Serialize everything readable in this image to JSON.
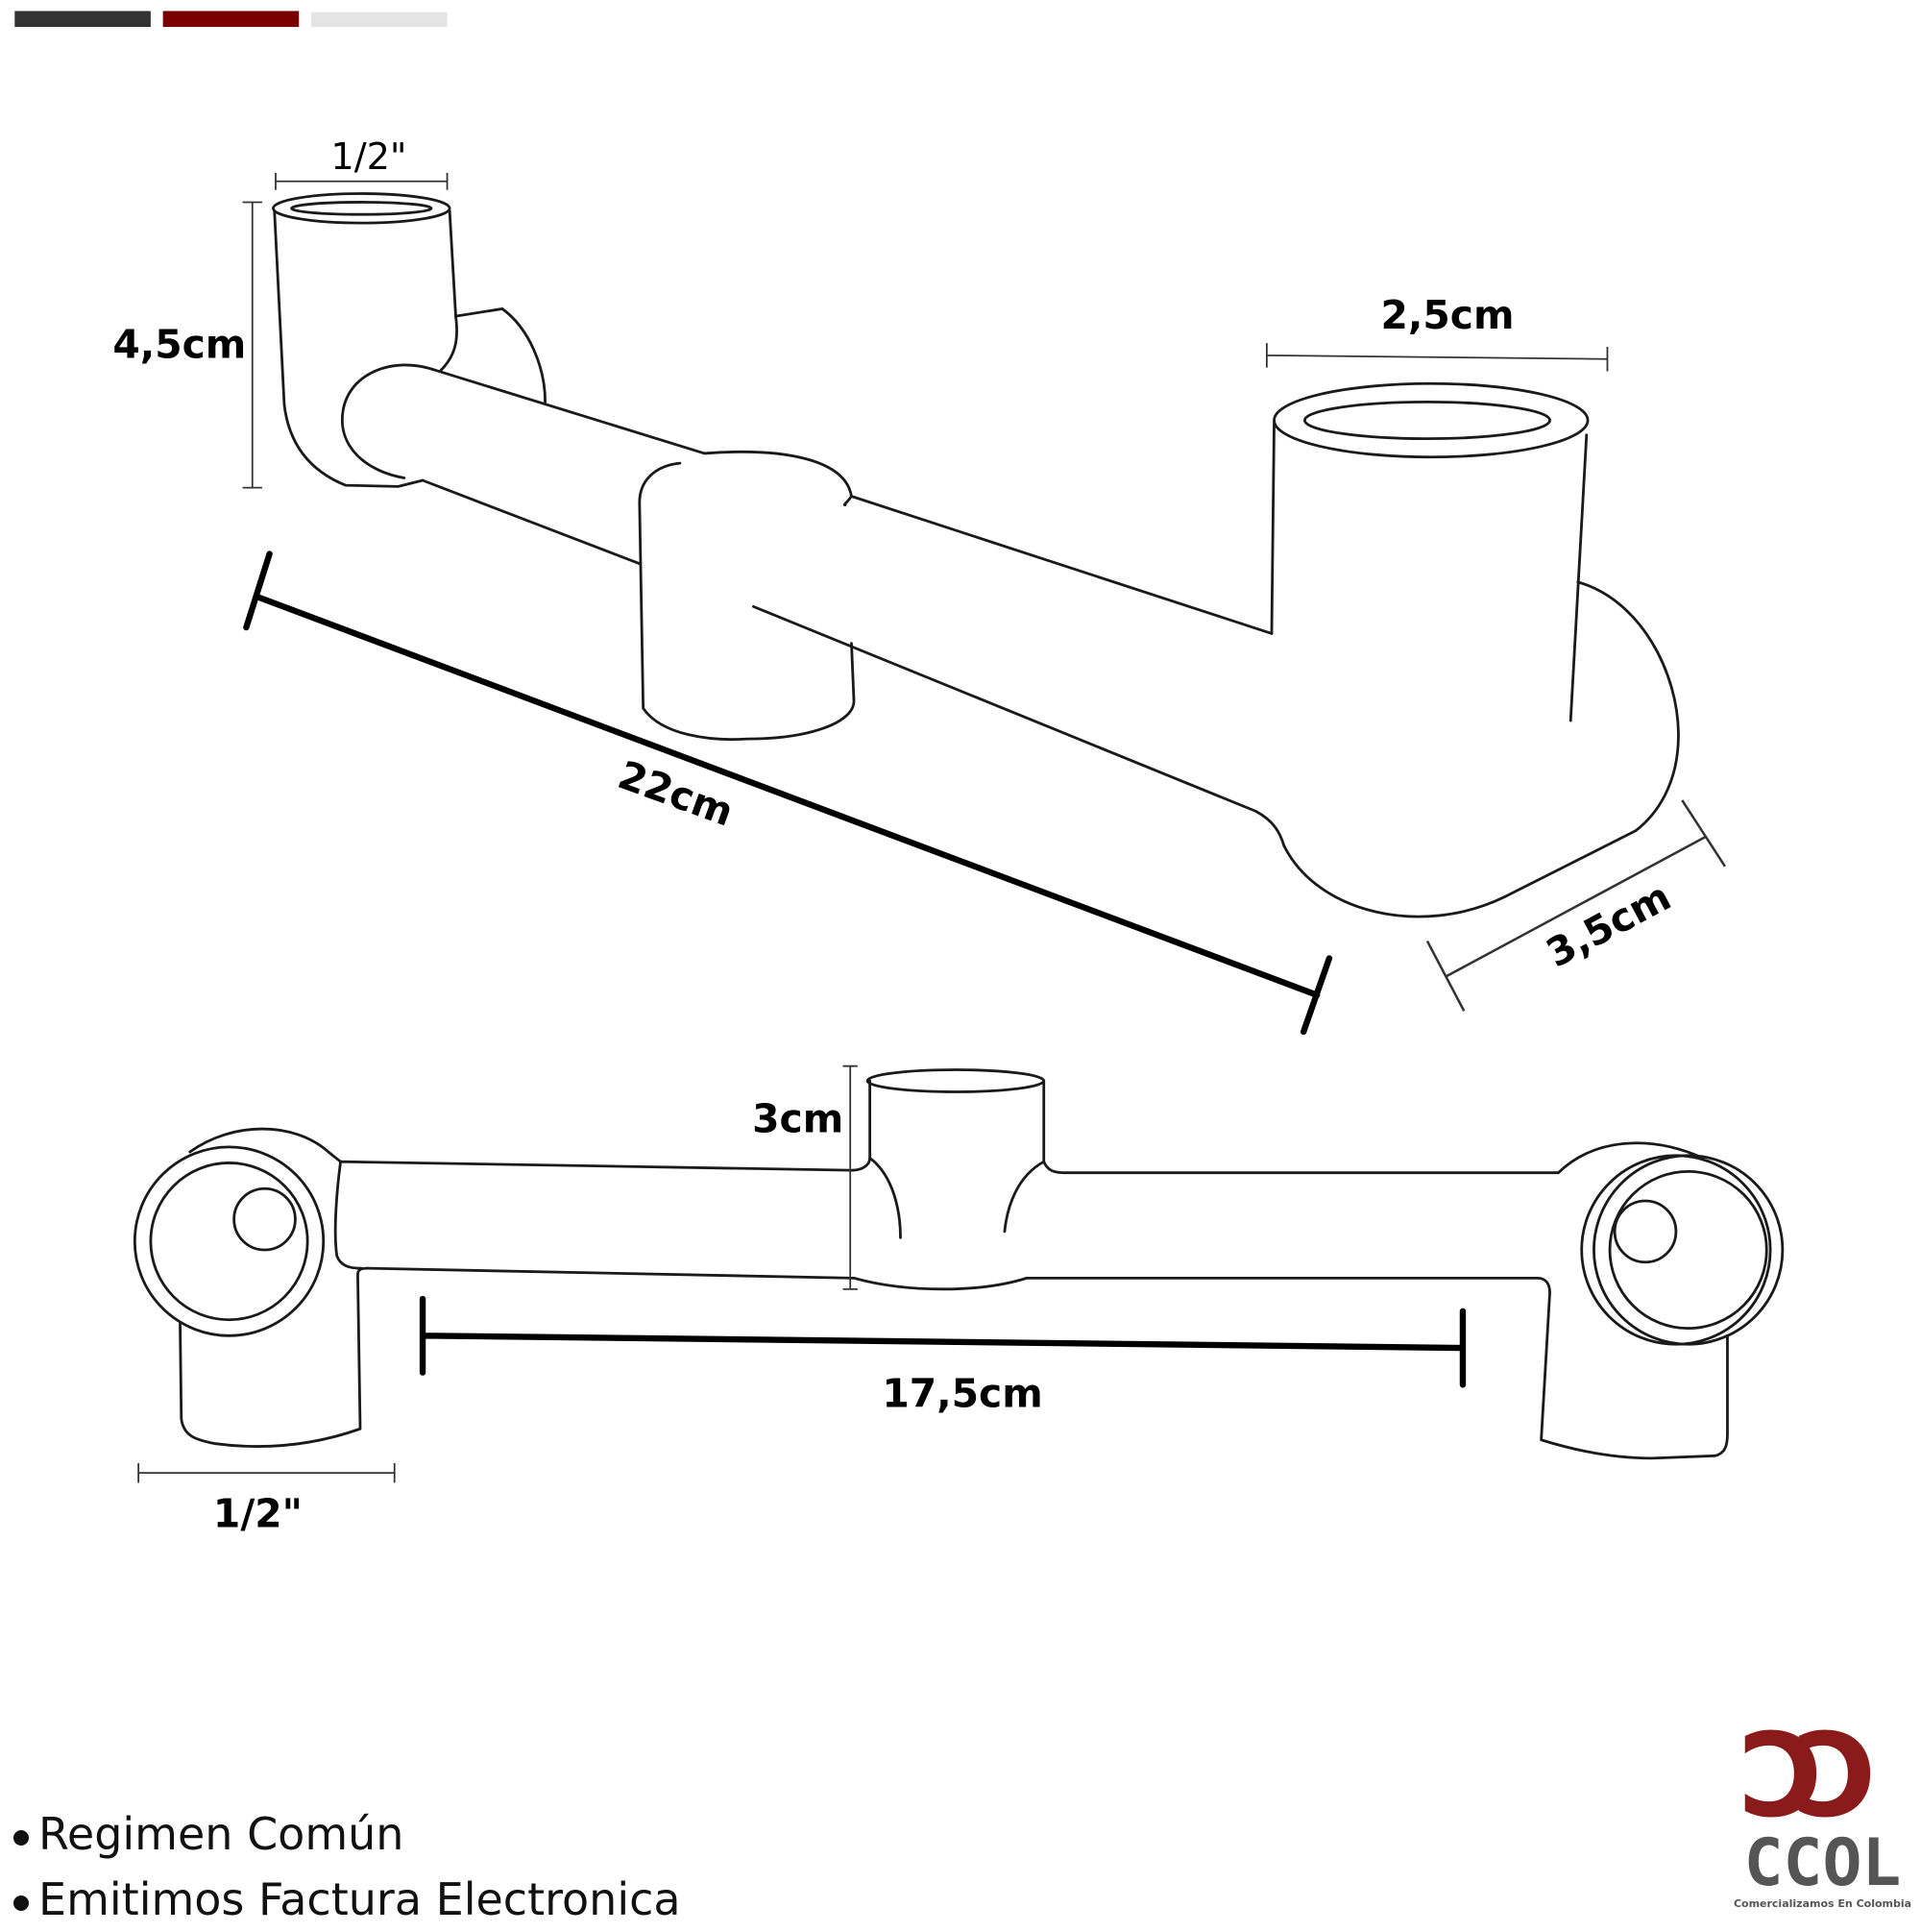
{
  "colors": {
    "bar_1": "#333333",
    "bar_2": "#7a0000",
    "bar_3": "#e4e4e4",
    "logo_red": "#8b1a1a",
    "logo_gray": "#555555"
  },
  "top_view": {
    "dim_inlet": "1/2\"",
    "dim_height": "4,5cm",
    "dim_outlet": "2,5cm",
    "dim_length": "22cm",
    "dim_depth": "3,5cm"
  },
  "front_view": {
    "dim_tee_height": "3cm",
    "dim_span": "17,5cm",
    "dim_inlet": "1/2\""
  },
  "bullets": [
    "Regimen Común",
    "Emitimos Factura Electronica"
  ],
  "logo": {
    "mark": "CC",
    "name": "CCOL",
    "tagline": "Comercializamos En Colombia"
  }
}
